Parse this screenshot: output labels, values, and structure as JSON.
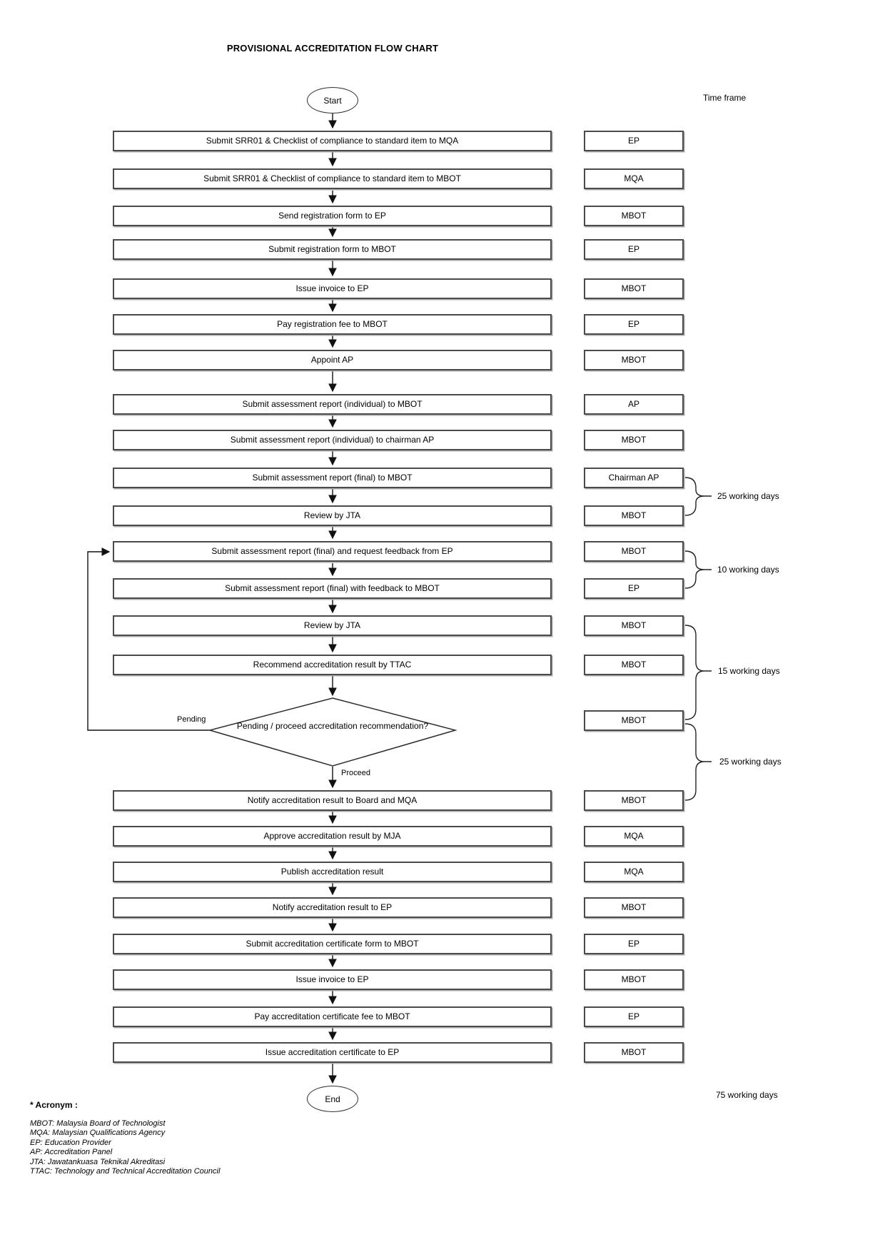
{
  "title": "PROVISIONAL ACCREDITATION FLOW CHART",
  "time_frame_header": "Time frame",
  "start_label": "Start",
  "end_label": "End",
  "steps": [
    {
      "label": "Submit SRR01 & Checklist of compliance to standard item to MQA",
      "actor": "EP"
    },
    {
      "label": "Submit SRR01 & Checklist of compliance to standard item to MBOT",
      "actor": "MQA"
    },
    {
      "label": "Send registration form to EP",
      "actor": "MBOT"
    },
    {
      "label": "Submit registration form to MBOT",
      "actor": "EP"
    },
    {
      "label": "Issue invoice to EP",
      "actor": "MBOT"
    },
    {
      "label": "Pay registration fee to MBOT",
      "actor": "EP"
    },
    {
      "label": "Appoint AP",
      "actor": "MBOT"
    },
    {
      "label": "Submit assessment report (individual) to MBOT",
      "actor": "AP"
    },
    {
      "label": "Submit assessment report (individual) to chairman AP",
      "actor": "MBOT"
    },
    {
      "label": "Submit assessment report (final) to MBOT",
      "actor": "Chairman AP"
    },
    {
      "label": "Review by JTA",
      "actor": "MBOT"
    },
    {
      "label": "Submit assessment report (final) and request feedback from EP",
      "actor": "MBOT"
    },
    {
      "label": "Submit assessment report (final) with feedback to MBOT",
      "actor": "EP"
    },
    {
      "label": "Review by JTA",
      "actor": "MBOT"
    },
    {
      "label": "Recommend accreditation result by TTAC",
      "actor": "MBOT"
    },
    {
      "label": "Notify accreditation result to Board and MQA",
      "actor": "MBOT"
    },
    {
      "label": "Approve accreditation result by MJA",
      "actor": "MQA"
    },
    {
      "label": "Publish accreditation result",
      "actor": "MQA"
    },
    {
      "label": "Notify accreditation result to EP",
      "actor": "MBOT"
    },
    {
      "label": "Submit accreditation certificate form to MBOT",
      "actor": "EP"
    },
    {
      "label": "Issue invoice to EP",
      "actor": "MBOT"
    },
    {
      "label": "Pay accreditation certificate fee to MBOT",
      "actor": "EP"
    },
    {
      "label": "Issue accreditation certificate to EP",
      "actor": "MBOT"
    }
  ],
  "decision": {
    "label": "Pending / proceed accreditation recommendation?",
    "actor": "MBOT",
    "pending_label": "Pending",
    "proceed_label": "Proceed"
  },
  "time_frames": [
    "25 working days",
    "10 working days",
    "15 working days",
    "25 working days",
    "75 working days"
  ],
  "acronym": {
    "heading": "* Acronym :",
    "items": [
      "MBOT: Malaysia Board of Technologist",
      "MQA: Malaysian Qualifications Agency",
      "EP: Education Provider",
      "AP: Accreditation Panel",
      "JTA: Jawatankuasa Teknikal Akreditasi",
      "TTAC: Technology and Technical Accreditation Council"
    ]
  }
}
